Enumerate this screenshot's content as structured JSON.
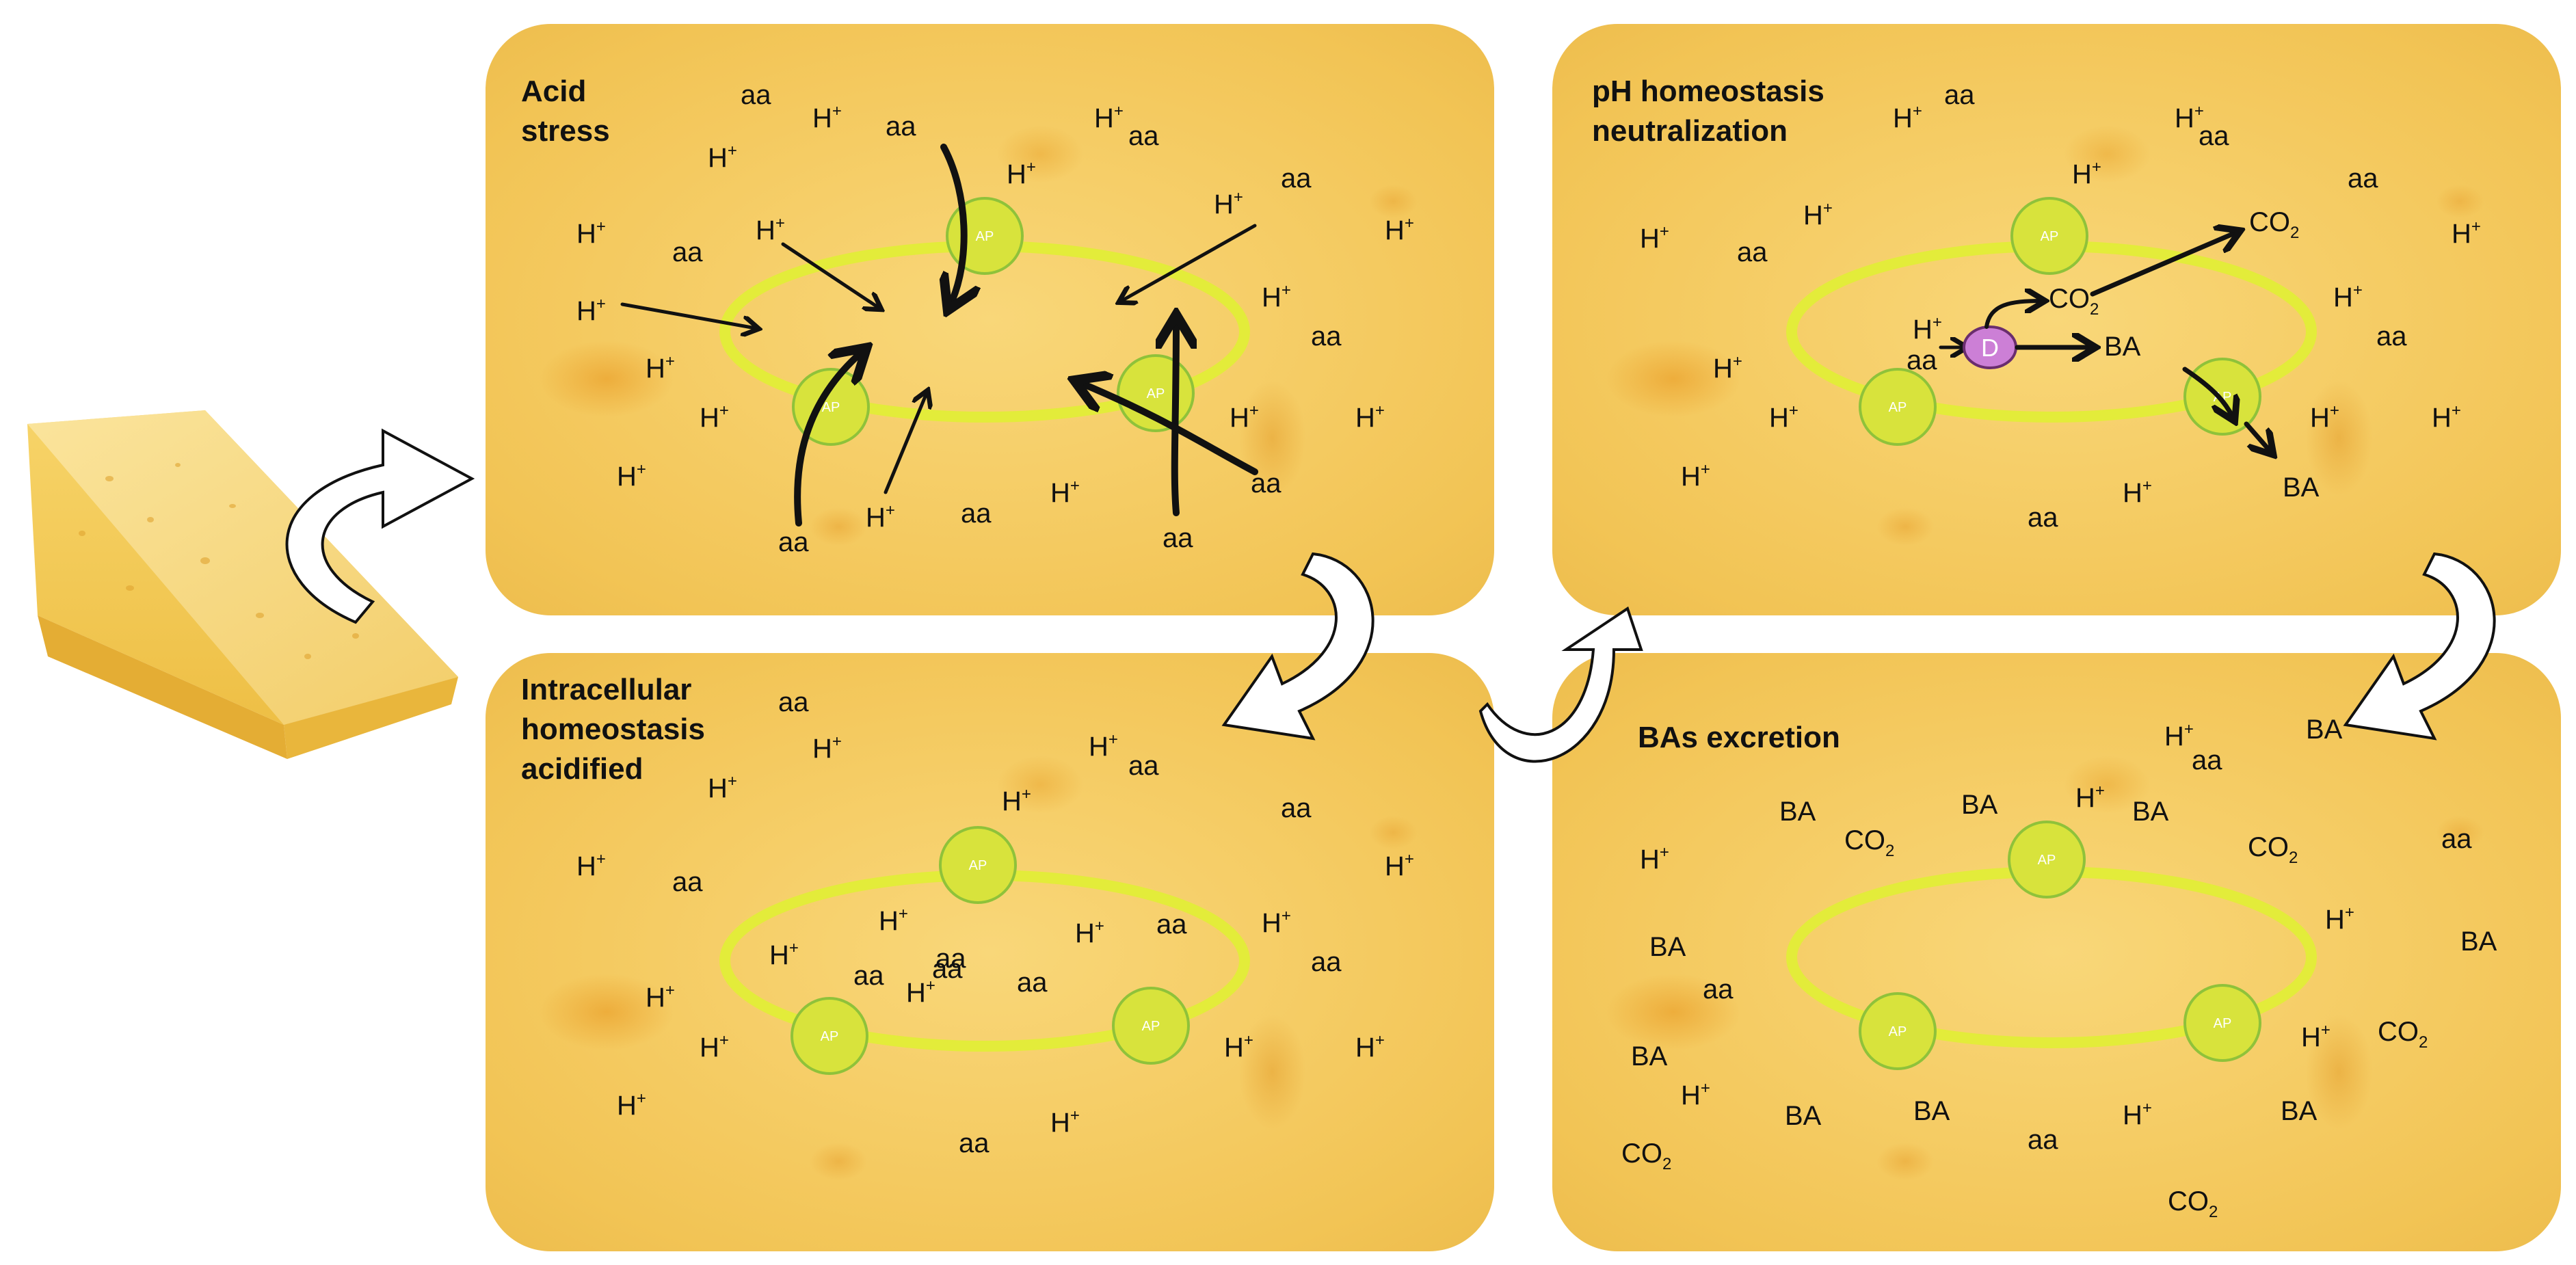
{
  "panels": [
    {
      "id": "acid",
      "title": "Acid\nstress"
    },
    {
      "id": "ph",
      "title": "pH homeostasis\nneutralization"
    },
    {
      "id": "intra",
      "title": "Intracellular\nhomeostasis\nacidified"
    },
    {
      "id": "bas",
      "title": "BAs excretion"
    }
  ],
  "transporter_label": "AP",
  "decarboxylase_label": "D",
  "species": {
    "proton": "H",
    "proton_sup": "+",
    "amino_acid": "aa",
    "co2": "CO",
    "co2_sub": "2",
    "biogenic_amine": "BA"
  },
  "colors": {
    "membrane": "#e3ec3a",
    "transporter_fill": "#d8e33c",
    "transporter_stroke": "#8fc23a",
    "decarboxylase": "#cc7fd6",
    "cheese": "#f4c95b"
  }
}
